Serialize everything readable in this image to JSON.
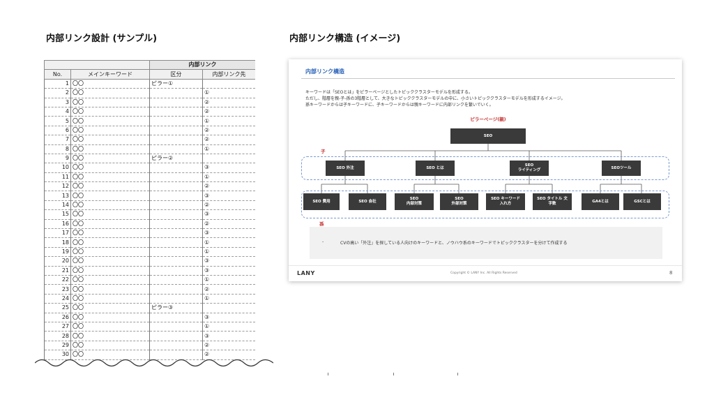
{
  "left_heading": "内部リンク設計 (サンプル)",
  "right_heading": "内部リンク構造 (イメージ)",
  "table": {
    "group_header": "内部リンク",
    "headers": {
      "no": "No.",
      "keyword": "メインキーワード",
      "category": "区分",
      "link_to": "内部リンク先"
    },
    "rows": [
      {
        "no": "1",
        "kw": "〇〇",
        "cat": "ピラー①",
        "link": ""
      },
      {
        "no": "2",
        "kw": "〇〇",
        "cat": "",
        "link": "①"
      },
      {
        "no": "3",
        "kw": "〇〇",
        "cat": "",
        "link": "②"
      },
      {
        "no": "4",
        "kw": "〇〇",
        "cat": "",
        "link": "②"
      },
      {
        "no": "5",
        "kw": "〇〇",
        "cat": "",
        "link": "①"
      },
      {
        "no": "6",
        "kw": "〇〇",
        "cat": "",
        "link": "②"
      },
      {
        "no": "7",
        "kw": "〇〇",
        "cat": "",
        "link": "②"
      },
      {
        "no": "8",
        "kw": "〇〇",
        "cat": "",
        "link": "①"
      },
      {
        "no": "9",
        "kw": "〇〇",
        "cat": "ピラー②",
        "link": ""
      },
      {
        "no": "10",
        "kw": "〇〇",
        "cat": "",
        "link": "③"
      },
      {
        "no": "11",
        "kw": "〇〇",
        "cat": "",
        "link": "①"
      },
      {
        "no": "12",
        "kw": "〇〇",
        "cat": "",
        "link": "②"
      },
      {
        "no": "13",
        "kw": "〇〇",
        "cat": "",
        "link": "③"
      },
      {
        "no": "14",
        "kw": "〇〇",
        "cat": "",
        "link": "②"
      },
      {
        "no": "15",
        "kw": "〇〇",
        "cat": "",
        "link": "③"
      },
      {
        "no": "16",
        "kw": "〇〇",
        "cat": "",
        "link": "②"
      },
      {
        "no": "17",
        "kw": "〇〇",
        "cat": "",
        "link": "③"
      },
      {
        "no": "18",
        "kw": "〇〇",
        "cat": "",
        "link": "①"
      },
      {
        "no": "19",
        "kw": "〇〇",
        "cat": "",
        "link": "①"
      },
      {
        "no": "20",
        "kw": "〇〇",
        "cat": "",
        "link": "③"
      },
      {
        "no": "21",
        "kw": "〇〇",
        "cat": "",
        "link": "③"
      },
      {
        "no": "22",
        "kw": "〇〇",
        "cat": "",
        "link": "①"
      },
      {
        "no": "23",
        "kw": "〇〇",
        "cat": "",
        "link": "②"
      },
      {
        "no": "24",
        "kw": "〇〇",
        "cat": "",
        "link": "①"
      },
      {
        "no": "25",
        "kw": "〇〇",
        "cat": "ピラー③",
        "link": ""
      },
      {
        "no": "26",
        "kw": "〇〇",
        "cat": "",
        "link": "③"
      },
      {
        "no": "27",
        "kw": "〇〇",
        "cat": "",
        "link": "①"
      },
      {
        "no": "28",
        "kw": "〇〇",
        "cat": "",
        "link": "③"
      },
      {
        "no": "29",
        "kw": "〇〇",
        "cat": "",
        "link": "②"
      },
      {
        "no": "30",
        "kw": "〇〇",
        "cat": "",
        "link": "②"
      }
    ]
  },
  "slide": {
    "title": "内部リンク構造",
    "description": [
      "キーワードは「SEOとは」をピラーページとしたトピッククラスターモデルを形成する。",
      "ただし、階層を親-子-孫の3階層として、大きなトピッククラスターモデルの中に、小さいトピッククラスターモデルを形成するイメージ。",
      "孫キーワードからは子キーワードに、子キーワードからは親キーワードに内部リンクを繋いでいく。"
    ],
    "pillar_label": "ピラーページ(親)",
    "root": "SEO",
    "child_label": "子",
    "children": [
      "SEO 外注",
      "SEO とは",
      "SEO\nライティング",
      "SEOツール"
    ],
    "grandchild_label": "孫",
    "grandchildren": [
      "SEO 費用",
      "SEO 会社",
      "SEO\n内部対策",
      "SEO\n外部対策",
      "SEO キーワード\n入れ方",
      "SEO タイトル 文\n字数",
      "GA4とは",
      "GSCとは"
    ],
    "note_bullet": "-",
    "note": "CVの高い「外注」を探している人向けのキーワードと、ノウハウ系のキーワードでトピッククラスターを分けて作成する",
    "brand": "LANY",
    "copyright": "Copyright © LANY Inc. All Rights Reserved",
    "page": "8"
  }
}
